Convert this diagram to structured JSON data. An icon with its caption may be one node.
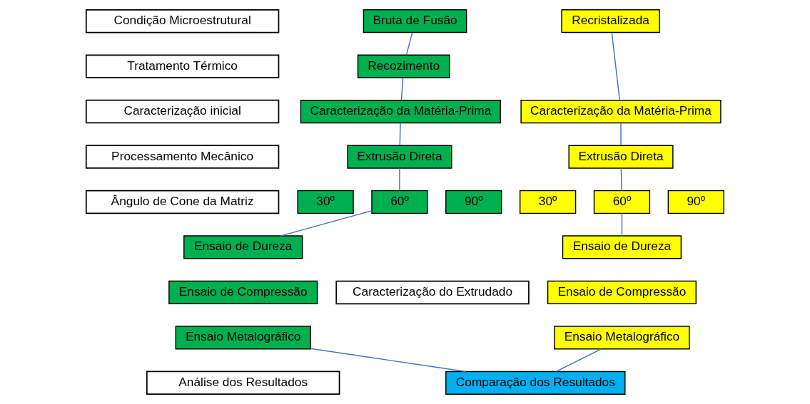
{
  "diagram": {
    "nodes": [
      {
        "text": [
          "Condição Microestrutural"
        ]
      },
      {
        "text": [
          "Tratamento Térmico"
        ]
      },
      {
        "text": [
          "Caracterização inicial"
        ]
      },
      {
        "text": [
          "Processamento Mecânico"
        ]
      },
      {
        "text": [
          "Ângulo de Cone da Matriz"
        ]
      },
      {
        "text": [
          "Caracterização do Extrudado"
        ]
      },
      {
        "text": [
          "Análise dos Resultados"
        ]
      },
      {
        "text": [
          "Bruta de Fusão"
        ]
      },
      {
        "text": [
          "Recristalizada"
        ]
      },
      {
        "text": [
          "Recozimento"
        ]
      },
      {
        "text": [
          "Caracterização da Matéria-Prima"
        ]
      },
      {
        "text": [
          "Caracterização da Matéria-Prima"
        ]
      },
      {
        "text": [
          "Extrusão Direta"
        ]
      },
      {
        "text": [
          "Extrusão Direta"
        ]
      },
      {
        "text": [
          "30º"
        ]
      },
      {
        "text": [
          "60º"
        ]
      },
      {
        "text": [
          "90º"
        ]
      },
      {
        "text": [
          "30º"
        ]
      },
      {
        "text": [
          "60º"
        ]
      },
      {
        "text": [
          "90º"
        ]
      },
      {
        "text": [
          "Ensaio de Dureza"
        ]
      },
      {
        "text": [
          "Ensaio de Dureza"
        ]
      },
      {
        "text": [
          "Ensaio de Compressão"
        ]
      },
      {
        "text": [
          "Ensaio de Compressão"
        ]
      },
      {
        "text": [
          "Ensaio Metalográfico"
        ]
      },
      {
        "text": [
          "Ensaio Metalográfico"
        ]
      },
      {
        "text": [
          "Comparação dos Resultados"
        ]
      }
    ],
    "edges": [
      {
        "from": 7,
        "to": 9,
        "arrow": "none"
      },
      {
        "from": 9,
        "to": 10,
        "arrow": "none"
      },
      {
        "from": 10,
        "to": 12,
        "arrow": "none"
      },
      {
        "from": 12,
        "to": 15,
        "arrow": "none"
      },
      {
        "from": 15,
        "to": 20,
        "arrow": "none"
      },
      {
        "from": 24,
        "to": 26,
        "arrow": "none"
      },
      {
        "from": 8,
        "to": 11,
        "arrow": "none"
      },
      {
        "from": 11,
        "to": 13,
        "arrow": "none"
      },
      {
        "from": 13,
        "to": 18,
        "arrow": "none"
      },
      {
        "from": 18,
        "to": 21,
        "arrow": "none"
      },
      {
        "from": 25,
        "to": 26,
        "arrow": "none"
      }
    ]
  }
}
